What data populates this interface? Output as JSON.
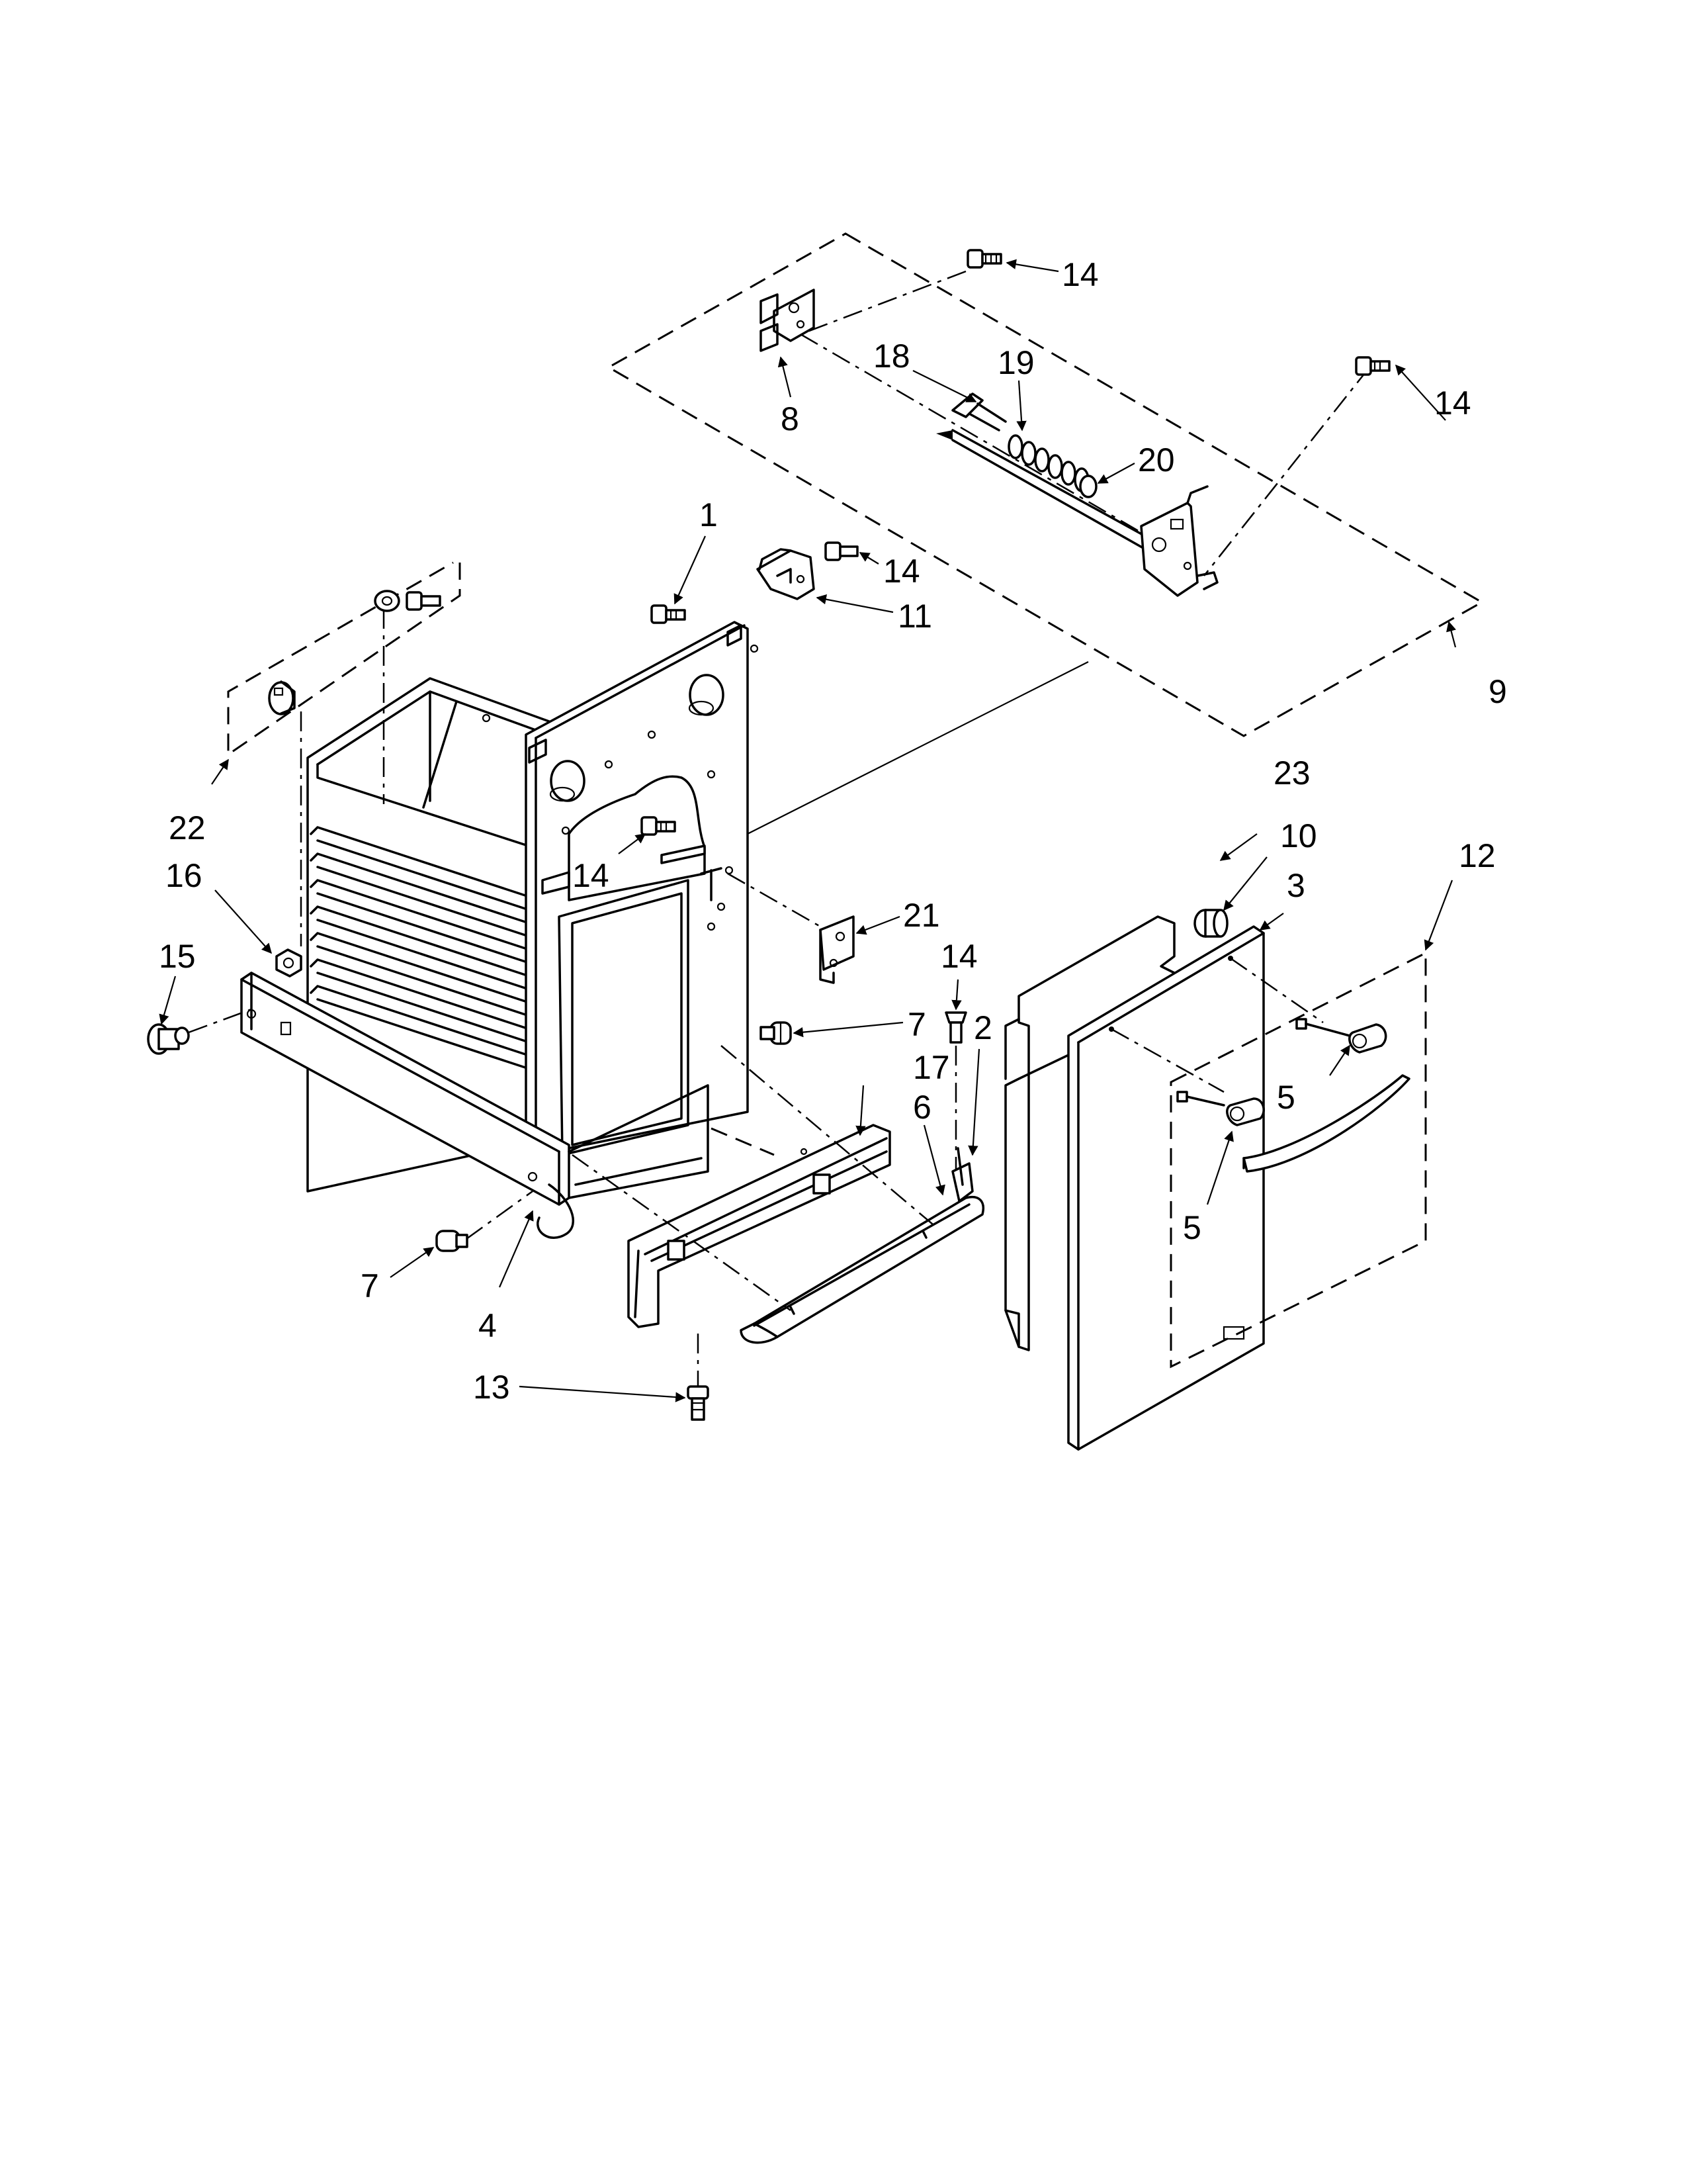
{
  "callouts": [
    {
      "id": "c1",
      "label": "1"
    },
    {
      "id": "c2",
      "label": "2"
    },
    {
      "id": "c3",
      "label": "3"
    },
    {
      "id": "c4",
      "label": "4"
    },
    {
      "id": "c5a",
      "label": "5"
    },
    {
      "id": "c5b",
      "label": "5"
    },
    {
      "id": "c6",
      "label": "6"
    },
    {
      "id": "c7a",
      "label": "7"
    },
    {
      "id": "c7b",
      "label": "7"
    },
    {
      "id": "c8",
      "label": "8"
    },
    {
      "id": "c9",
      "label": "9"
    },
    {
      "id": "c10",
      "label": "10"
    },
    {
      "id": "c11",
      "label": "11"
    },
    {
      "id": "c12",
      "label": "12"
    },
    {
      "id": "c13",
      "label": "13"
    },
    {
      "id": "c14a",
      "label": "14"
    },
    {
      "id": "c14b",
      "label": "14"
    },
    {
      "id": "c14c",
      "label": "14"
    },
    {
      "id": "c14d",
      "label": "14"
    },
    {
      "id": "c14e",
      "label": "14"
    },
    {
      "id": "c15",
      "label": "15"
    },
    {
      "id": "c16",
      "label": "16"
    },
    {
      "id": "c17",
      "label": "17"
    },
    {
      "id": "c18",
      "label": "18"
    },
    {
      "id": "c19",
      "label": "19"
    },
    {
      "id": "c20",
      "label": "20"
    },
    {
      "id": "c21",
      "label": "21"
    },
    {
      "id": "c22",
      "label": "22"
    },
    {
      "id": "c23",
      "label": "23"
    }
  ]
}
